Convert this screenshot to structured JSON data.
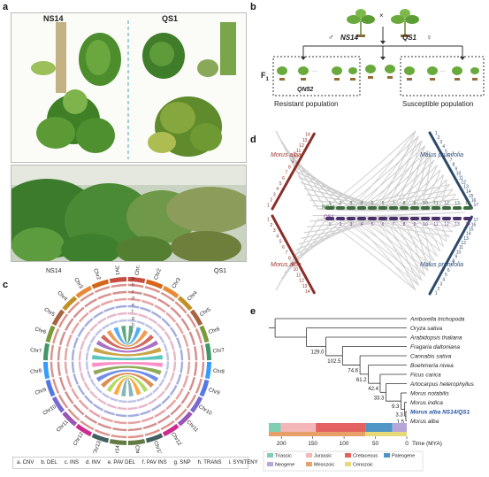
{
  "panels": {
    "a": "a",
    "b": "b",
    "c": "c",
    "d": "d",
    "e": "e"
  },
  "panel_a": {
    "left_label": "NS14",
    "right_label": "QS1"
  },
  "panel_b": {
    "parent_left": "NS14",
    "parent_right": "QS1",
    "cross_symbol": "×",
    "male_symbol": "♂",
    "female_symbol": "♀",
    "f1_label": "F",
    "f1_sub": "1",
    "highlight_plant": "QN52",
    "resistant_label": "Resistant population",
    "susceptible_label": "Susceptible population"
  },
  "panel_c": {
    "label_ns14": "NS14",
    "label_qs1": "QS1",
    "ring_letters": [
      "a",
      "b",
      "c",
      "d",
      "e",
      "f",
      "g",
      "h",
      "i"
    ],
    "chr_left": [
      "Chr1",
      "Chr2",
      "Chr3",
      "Chr4",
      "Chr5",
      "Chr6",
      "Chr7",
      "Chr8",
      "Chr9",
      "Chr10",
      "Chr11",
      "Chr12",
      "Chr13",
      "Chr14"
    ],
    "chr_right": [
      "Chr1",
      "Chr2",
      "Chr3",
      "Chr4",
      "Chr5",
      "Chr6",
      "Chr7",
      "Chr8",
      "Chr9",
      "Chr10",
      "Chr11",
      "Chr12",
      "Chr13",
      "Chr14"
    ],
    "legend": [
      "a. CNV",
      "b. DEL",
      "c. INS",
      "d. INV",
      "e. PAV DEL",
      "f. PAV INS",
      "g. SNP",
      "h. TRANS",
      "i. SYNTENY"
    ]
  },
  "panel_d": {
    "morus_top": "Morus alba",
    "morus_bottom": "Morus alba",
    "malus_top": "Malus prunifolia",
    "malus_bottom": "Malus prunifolia",
    "ns14": "NS14",
    "qs1": "QS1",
    "numbers": [
      "1",
      "2",
      "3",
      "4",
      "5",
      "6",
      "7",
      "8",
      "9",
      "10",
      "11",
      "12",
      "13",
      "14"
    ],
    "malus_numbers": [
      "1",
      "2",
      "3",
      "4",
      "5",
      "6",
      "7",
      "8",
      "9",
      "10",
      "11",
      "12",
      "13",
      "14",
      "15",
      "16",
      "17"
    ]
  },
  "panel_e": {
    "species": [
      "Amborella trichopoda",
      "Oryza sativa",
      "Arabidopsis thaliana",
      "Fragaria daltoniana",
      "Cannabis sativa",
      "Boehmeria nivea",
      "Ficus carica",
      "Artocarpus heterophyllus",
      "Morus notabilis",
      "Morus indica",
      "Morus alba NS14/QS1",
      "Morus alba"
    ],
    "node_labels": [
      "129.0",
      "102.5",
      "74.6",
      "61.2",
      "42.4",
      "33.3",
      "9.3",
      "3.3",
      "1.5"
    ],
    "axis_ticks": [
      "200",
      "150",
      "100",
      "50",
      "0"
    ],
    "axis_unit": "Time (MYA)",
    "legend": [
      {
        "label": "Triassic",
        "color": "#7fcfb4"
      },
      {
        "label": "Jurassic",
        "color": "#f4b6b8"
      },
      {
        "label": "Cretaceous",
        "color": "#e3625f"
      },
      {
        "label": "Paleogene",
        "color": "#4f95c6"
      },
      {
        "label": "Neogene",
        "color": "#b7a6d8"
      },
      {
        "label": "Mesozoic",
        "color": "#e8a06a"
      },
      {
        "label": "Cenozoic",
        "color": "#e6d97a"
      }
    ]
  }
}
